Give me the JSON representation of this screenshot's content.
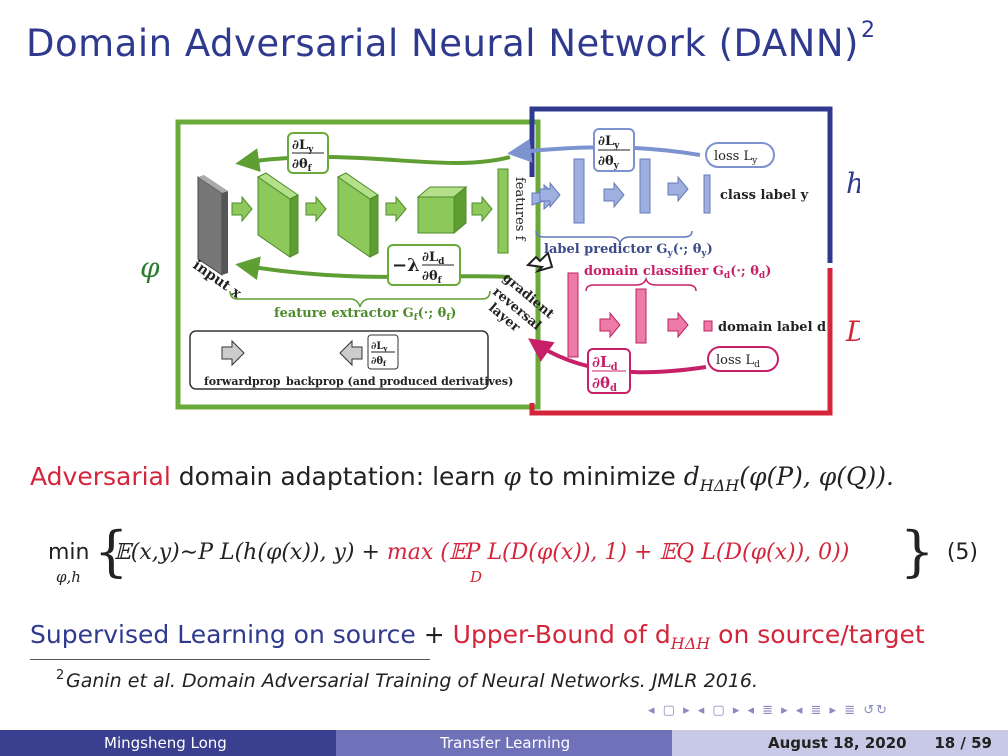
{
  "slide": {
    "title": "Domain Adversarial Neural Network (DANN)",
    "title_footnote_mark": "2"
  },
  "diagram": {
    "phi": "φ",
    "h": "h",
    "D": "D",
    "input_label": "input x",
    "features_label": "features f",
    "grad_y_top": "∂L",
    "grad_y_top_sub": "y",
    "grad_theta_f": "∂θ",
    "grad_theta_f_sub": "f",
    "grad_theta_y": "∂θ",
    "grad_theta_y_sub": "y",
    "neg_lambda": "−λ",
    "grad_d": "∂L",
    "grad_d_sub": "d",
    "grad_theta_d": "∂θ",
    "grad_theta_d_sub": "d",
    "loss_y": "loss L",
    "loss_y_sub": "y",
    "class_label": "class label y",
    "label_predictor": "label predictor G",
    "label_predictor_args": "(·; θ",
    "domain_classifier": "domain classifier G",
    "domain_classifier_args": "(·; θ",
    "domain_label": "domain label d",
    "loss_d": "loss L",
    "loss_d_sub": "d",
    "feature_extractor": "feature extractor G",
    "feature_extractor_args": "(·; θ",
    "gradient_reversal_1": "gradient",
    "gradient_reversal_2": "reversal",
    "gradient_reversal_3": "layer",
    "legend_forward": "forwardprop",
    "legend_backprop": "backprop (and produced derivatives)"
  },
  "text": {
    "line1_red": "Adversarial",
    "line1_rest": " domain adaptation: learn ",
    "line1_phi": "φ",
    "line1_rest2": " to minimize ",
    "line1_d": "d",
    "line1_sub": "HΔH",
    "line1_end": "(φ(P), φ(Q)).",
    "eq_min": "min",
    "eq_min_sub": "φ,h",
    "eq_body_black": "𝔼(x,y)∼P L(h(φ(x)), y) + ",
    "eq_body_red": "max (𝔼P L(D(φ(x)), 1) + 𝔼Q L(D(φ(x)), 0))",
    "eq_max_sub": "D",
    "eq_number": "(5)",
    "line3_blue": "Supervised Learning on source",
    "line3_plus": " + ",
    "line3_red": "Upper-Bound of d",
    "line3_sub": "HΔH",
    "line3_red2": " on source/target",
    "footnote_mark": "2",
    "footnote": "Ganin et al. Domain Adversarial Training of Neural Networks. JMLR 2016."
  },
  "footer": {
    "author": "Mingsheng Long",
    "topic": "Transfer Learning",
    "date": "August 18, 2020",
    "page": "18 / 59"
  },
  "colors": {
    "title_blue": "#2f3a8f",
    "red": "#d4253a",
    "green": "#6aaa3a",
    "blue_box": "#2f3a8f",
    "pink": "#d8327a"
  }
}
